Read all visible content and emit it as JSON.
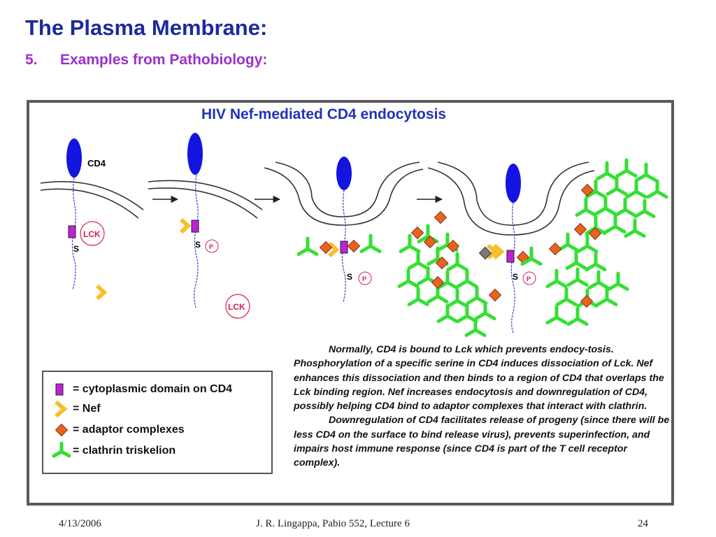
{
  "slide": {
    "title": "The Plasma Membrane:",
    "subtitle_number": "5.",
    "subtitle_text": "Examples from Pathobiology:"
  },
  "figure": {
    "title": "HIV Nef-mediated CD4 endocytosis",
    "labels": {
      "cd4": "CD4",
      "lck": "LCK",
      "serine": "S",
      "phosphate": "P"
    }
  },
  "legend": {
    "items": [
      {
        "symbol": "cytoplasmic-domain",
        "text": "= cytoplasmic domain on CD4"
      },
      {
        "symbol": "nef",
        "text": "= Nef"
      },
      {
        "symbol": "adaptor",
        "text": "= adaptor complexes"
      },
      {
        "symbol": "clathrin",
        "text": "=  clathrin triskelion"
      }
    ]
  },
  "caption": {
    "para1": "Normally, CD4 is bound to Lck which prevents endocy-tosis.  Phosphorylation of a specific serine in CD4 induces dissociation of Lck.  Nef enhances this dissociation and then binds to a region of CD4 that overlaps the Lck binding region.  Nef increases endocytosis and downregulation of CD4, possibly helping CD4 bind to adaptor complexes that interact with clathrin.",
    "para2": "Downregulation of CD4 facilitates release of progeny (since there will be less CD4 on the surface to bind release virus), prevents superinfection, and impairs host immune response (since CD4 is part of the T cell receptor complex)."
  },
  "footer": {
    "date": "4/13/2006",
    "author": "J. R. Lingappa, Pabio 552, Lecture 6",
    "page": "24"
  },
  "colors": {
    "title_blue": "#1c2a9c",
    "subtitle_purple": "#9b30c8",
    "cd4_blue": "#1414e0",
    "domain_magenta": "#c020d8",
    "nef_yellow": "#f6c02c",
    "adaptor_orange": "#e8641e",
    "clathrin_green": "#34e034",
    "lck_red": "#d82050"
  }
}
